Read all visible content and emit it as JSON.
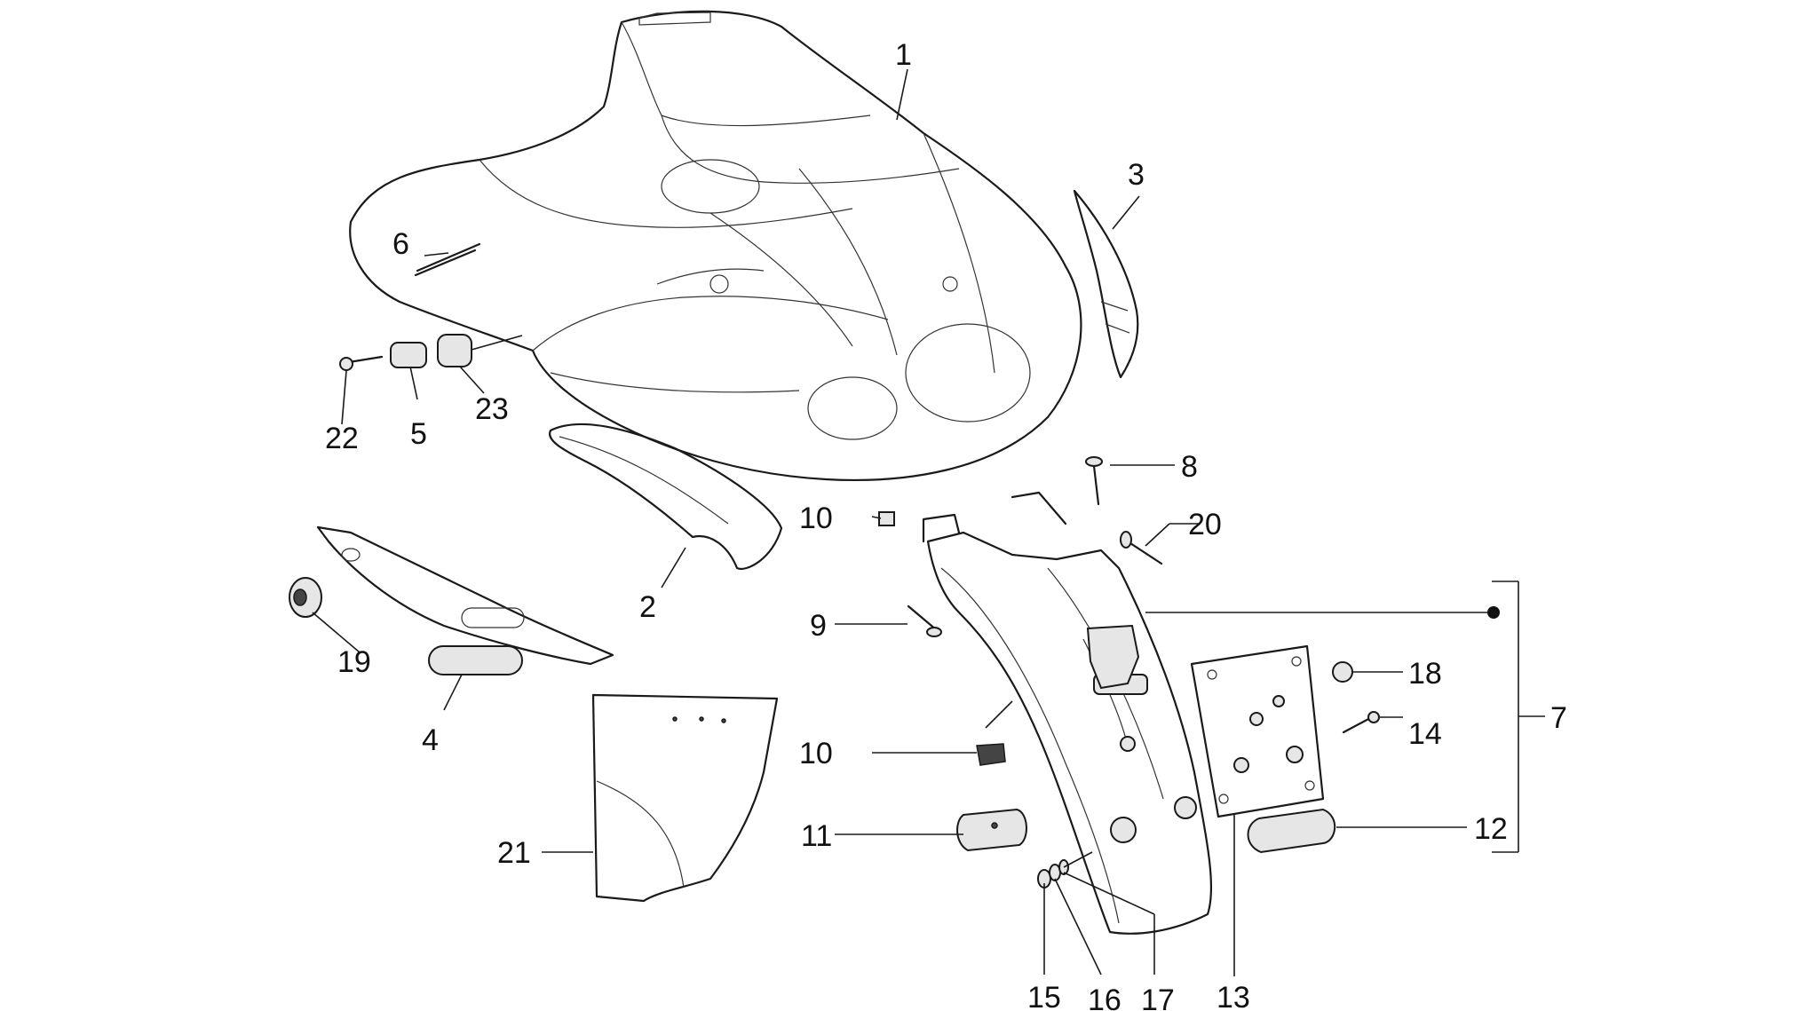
{
  "callouts": [
    "1",
    "2",
    "3",
    "4",
    "5",
    "6",
    "7",
    "8",
    "9",
    "10",
    "10",
    "11",
    "12",
    "13",
    "14",
    "15",
    "16",
    "17",
    "18",
    "19",
    "20",
    "21",
    "22",
    "23"
  ]
}
